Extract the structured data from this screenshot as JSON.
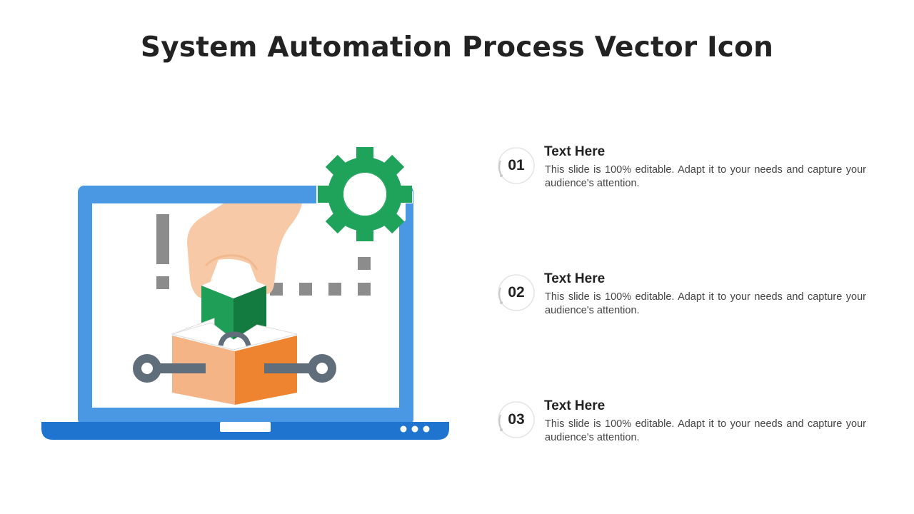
{
  "slide": {
    "title": "System Automation Process Vector Icon"
  },
  "illustration": {
    "icons": [
      "laptop-icon",
      "gear-icon",
      "hand-icon",
      "cube-icon",
      "box-icon",
      "wrench-handle-icon"
    ],
    "colors": {
      "laptop_blue": "#4A98E3",
      "laptop_base": "#1E74CE",
      "gear_green": "#1FA25A",
      "cube_green_light": "#1E9E57",
      "cube_green_dark": "#137A40",
      "box_orange_light": "#F4B485",
      "box_orange_dark": "#EF8430",
      "skin": "#F7C9A6",
      "gray": "#8C8C8C",
      "connector_gray": "#606D7B"
    }
  },
  "items": [
    {
      "number": "01",
      "heading": "Text Here",
      "body": "This slide is 100% editable. Adapt it to your needs and capture your audience's attention."
    },
    {
      "number": "02",
      "heading": "Text Here",
      "body": "This slide is 100% editable. Adapt it to your needs and capture your audience's attention."
    },
    {
      "number": "03",
      "heading": "Text Here",
      "body": "This slide is 100% editable. Adapt it to your needs and capture your audience's attention."
    }
  ]
}
